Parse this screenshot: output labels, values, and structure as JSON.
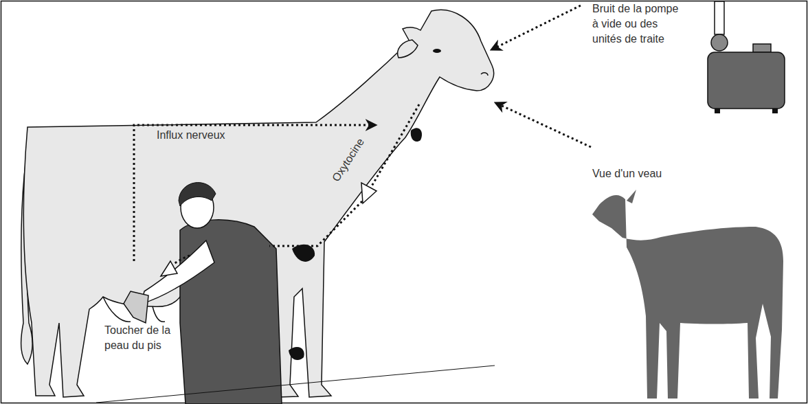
{
  "diagram": {
    "labels": [
      "Bruit de la pompe à vide ou des unités de traite",
      "Influx nerveux",
      "Oxytocine",
      "Vue d'un veau",
      "Toucher de la peau du pis"
    ]
  }
}
